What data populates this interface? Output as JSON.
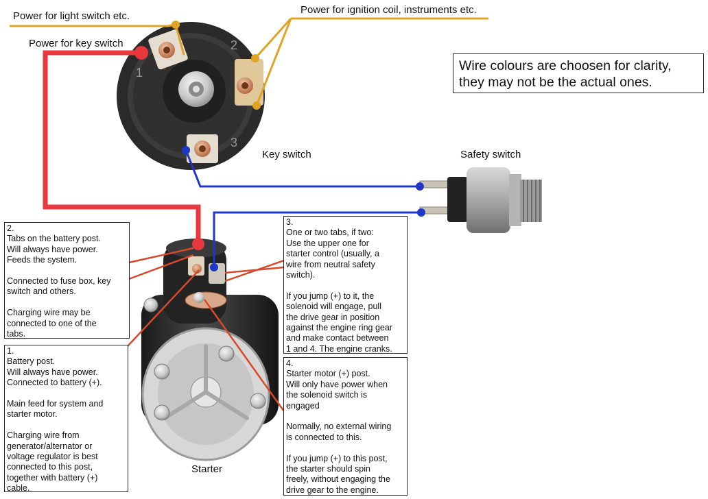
{
  "labels": {
    "power_light_switch": "Power for light switch etc.",
    "power_ignition": "Power for ignition coil, instruments etc.",
    "power_key_switch": "Power for key switch",
    "key_switch": "Key switch",
    "safety_switch": "Safety switch",
    "starter": "Starter"
  },
  "disclaimer": {
    "line1": "Wire colours are choosen for clarity,",
    "line2": "they may not be the actual ones."
  },
  "notes": {
    "n2": {
      "title": "2.",
      "lines": [
        "Tabs on the battery post.",
        "Will always have power.",
        "Feeds the system."
      ],
      "p2": [
        "Connected to fuse box, key",
        "switch and others."
      ],
      "p3": [
        "Charging wire may be",
        "connected to one of the",
        "tabs."
      ]
    },
    "n1": {
      "title": "1.",
      "lines": [
        "Battery post.",
        "Will always have power.",
        "Connected to battery (+)."
      ],
      "p2": [
        "Main feed for system and",
        "starter motor."
      ],
      "p3": [
        "Charging wire from",
        "generator/alternator or",
        "voltage regulator is best",
        "connected to this post,",
        "together with battery (+)",
        "cable."
      ]
    },
    "n3": {
      "title": "3.",
      "lines": [
        "One or two tabs, if two:",
        "Use the upper one for",
        "starter control (usually, a",
        "wire from neutral safety",
        "switch)."
      ],
      "p2": [
        "If you jump (+) to it, the",
        "solenoid will engage, pull",
        "the drive gear in position",
        "against the engine ring gear",
        "and make contact between",
        "1 and 4. The engine cranks."
      ]
    },
    "n4": {
      "title": "4.",
      "lines": [
        "Starter motor (+) post.",
        "Will only have power when",
        "the solenoid switch is",
        "engaged"
      ],
      "p2": [
        "Normally, no external wiring",
        "is connected to this."
      ],
      "p3": [
        "If you jump (+) to this post,",
        "the starter should spin",
        "freely, without engaging the",
        "drive gear to the engine."
      ]
    }
  },
  "wire_colors": {
    "power_wire": "#e8383d",
    "control_wire": "#1f36c9",
    "accessory_wire": "#e0a424",
    "leader_line": "#d9482b"
  }
}
